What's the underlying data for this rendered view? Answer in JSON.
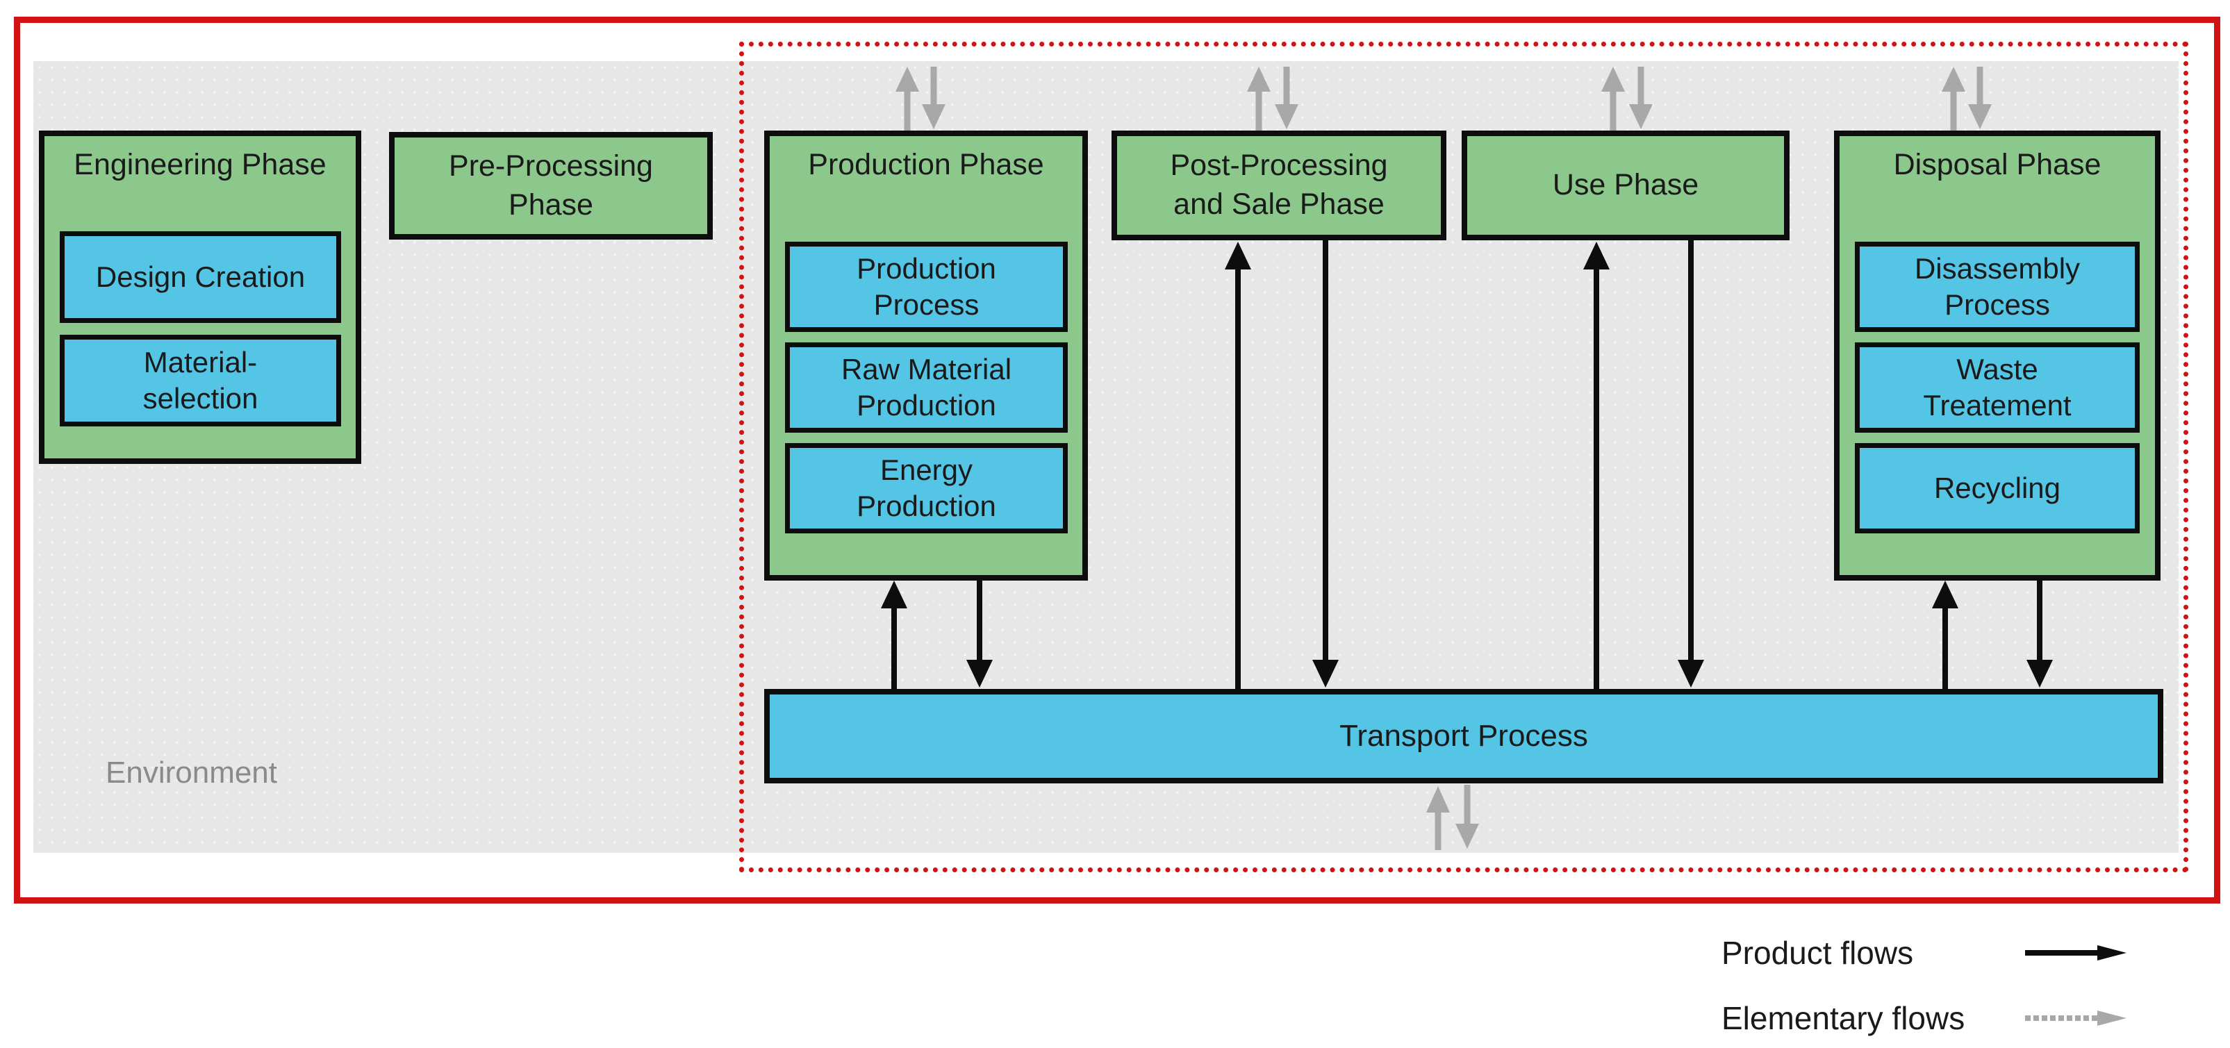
{
  "colors": {
    "phase_green": "#8cc88c",
    "process_blue": "#55c5e6",
    "boundary_red": "#d21212",
    "environment_gray": "#e7e7e7",
    "elementary_flow_gray": "#a8a8a8",
    "product_flow_black": "#0d0d0d"
  },
  "environment": {
    "label": "Environment"
  },
  "phases": {
    "engineering": {
      "title": "Engineering Phase",
      "sub": [
        "Design Creation",
        "Material-\nselection"
      ]
    },
    "preprocessing": {
      "title": "Pre-Processing\nPhase"
    },
    "production": {
      "title": "Production Phase",
      "sub": [
        "Production\nProcess",
        "Raw Material\nProduction",
        "Energy\nProduction"
      ]
    },
    "postprocessing": {
      "title": "Post-Processing\nand Sale Phase"
    },
    "use": {
      "title": "Use Phase"
    },
    "disposal": {
      "title": "Disposal Phase",
      "sub": [
        "Disassembly\nProcess",
        "Waste\nTreatement",
        "Recycling"
      ]
    },
    "transport": {
      "title": "Transport Process"
    }
  },
  "legend": {
    "items": [
      {
        "label": "Product flows"
      },
      {
        "label": "Elementary flows"
      }
    ]
  }
}
